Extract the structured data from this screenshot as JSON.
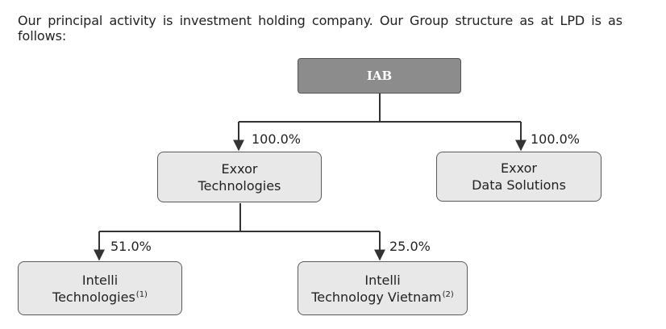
{
  "intro_text": "Our principal activity is investment holding company. Our Group structure as at LPD is as follows:",
  "nodes": {
    "root": {
      "label": "IAB"
    },
    "exxor_tech": {
      "line1": "Exxor",
      "line2": "Technologies"
    },
    "exxor_data": {
      "line1": "Exxor",
      "line2": "Data Solutions"
    },
    "intelli_tech": {
      "line1": "Intelli",
      "line2": "Technologies",
      "note": "(1)"
    },
    "intelli_vn": {
      "line1": "Intelli",
      "line2": "Technology Vietnam",
      "note": "(2)"
    }
  },
  "edges": {
    "root_to_exxor_tech": "100.0%",
    "root_to_exxor_data": "100.0%",
    "exxor_tech_to_intelli_tech": "51.0%",
    "exxor_tech_to_intelli_vn": "25.0%"
  },
  "colors": {
    "root_fill": "#8c8c8c",
    "node_fill": "#e8e8e8",
    "border": "#5a5a5a",
    "line": "#333333"
  }
}
